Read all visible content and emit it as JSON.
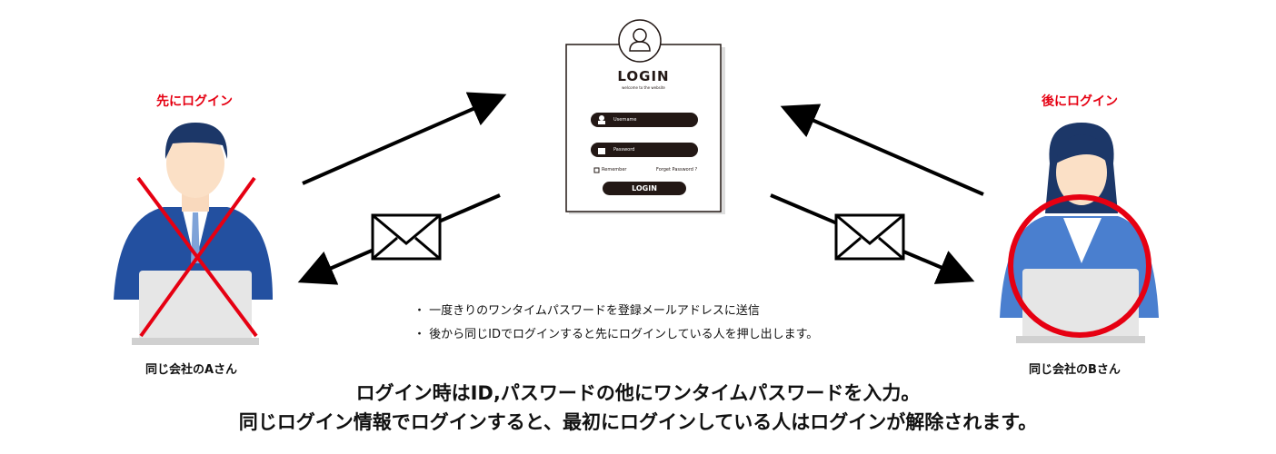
{
  "left_user": {
    "status": "先にログイン",
    "caption": "同じ会社のAさん"
  },
  "right_user": {
    "status": "後にログイン",
    "caption": "同じ会社のBさん"
  },
  "login_card": {
    "title": "LOGIN",
    "subtitle": "welcome to the website",
    "username": "Username",
    "password": "Password",
    "remember": "Remember",
    "forgot": "Forget Password ?",
    "button": "LOGIN"
  },
  "notes": [
    "・ 一度きりのワンタイムパスワードを登録メールアドレスに送信",
    "・ 後から同じIDでログインすると先にログインしている人を押し出します。"
  ],
  "summary": [
    "ログイン時はID,パスワードの他にワンタイムパスワードを入力。",
    "同じログイン情報でログインすると、最初にログインしている人はログインが解除されます。"
  ],
  "colors": {
    "mark": "#e60012",
    "suit": "#2350a0",
    "card": "#231815"
  }
}
